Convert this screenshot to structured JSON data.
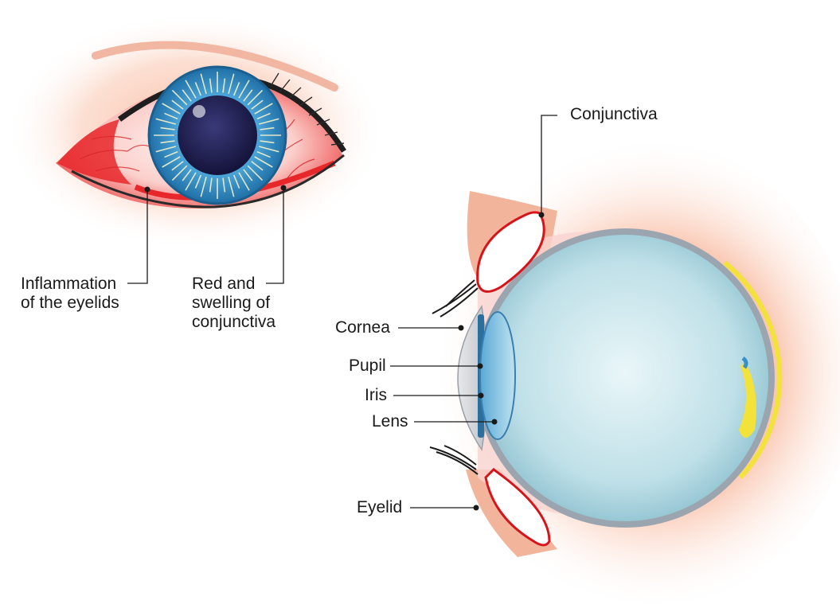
{
  "colors": {
    "skin_glow": "#f6a98c",
    "sclera_red": "#e8272a",
    "conjunctiva_outline": "#d8141b",
    "iris_blue": "#3a8fc6",
    "pupil_dark": "#1b1a4a",
    "eyeball_fill": "#cfe9ef",
    "retina_yellow": "#f2e23a",
    "line_color": "#1a1a1a"
  },
  "red_eye_labels": {
    "inflammation_line1": "Inflammation",
    "inflammation_line2": "of the eyelids",
    "swelling_line1": "Red and",
    "swelling_line2": "swelling of",
    "swelling_line3": "conjunctiva"
  },
  "anatomy_labels": {
    "conjunctiva": "Conjunctiva",
    "cornea": "Cornea",
    "pupil": "Pupil",
    "iris": "Iris",
    "lens": "Lens",
    "eyelid": "Eyelid"
  }
}
